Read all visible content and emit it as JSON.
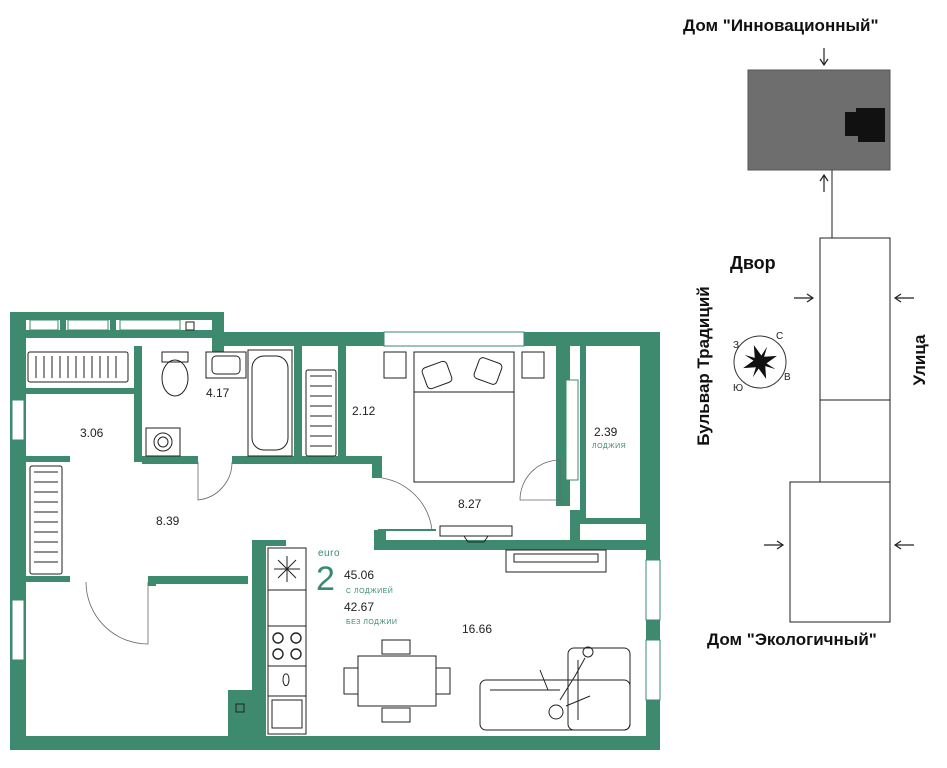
{
  "colors": {
    "wall": "#3d8a6e",
    "wall_light": "#5aa88a",
    "block": "#6e6e6e",
    "accent_text": "#3a8a70"
  },
  "site_plan": {
    "building_top": "Дом \"Инновационный\"",
    "building_bottom": "Дом \"Экологичный\"",
    "yard": "Двор",
    "boulevard": "Бульвар Традиций",
    "street": "Улица",
    "compass": {
      "n": "С",
      "w": "З",
      "s": "Ю",
      "e": "В"
    }
  },
  "apartment": {
    "type_prefix": "euro",
    "rooms": "2",
    "area_with_loggia": "45.06",
    "area_with_loggia_label": "С ЛОДЖИЕЙ",
    "area_without_loggia": "42.67",
    "area_without_loggia_label": "БЕЗ ЛОДЖИИ"
  },
  "room_areas": {
    "wardrobe": "3.06",
    "bathroom": "4.17",
    "storage": "2.12",
    "hall": "8.39",
    "bedroom": "8.27",
    "loggia": "2.39",
    "loggia_label": "ЛОДЖИЯ",
    "living": "16.66"
  },
  "icons": [
    "compass-icon",
    "radiator-icon",
    "toilet-icon",
    "sink-icon",
    "bathtub-icon",
    "washing-machine-icon",
    "bed-icon",
    "tv-icon",
    "stove-icon",
    "fridge-icon",
    "dining-table-icon",
    "sofa-icon"
  ]
}
